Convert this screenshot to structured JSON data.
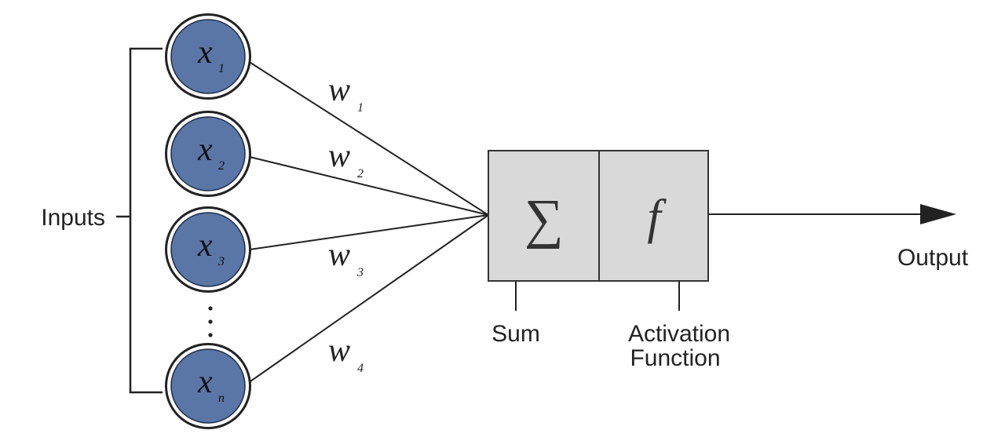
{
  "diagram": {
    "inputs_label": "Inputs",
    "nodes": [
      {
        "var": "x",
        "sub": "1"
      },
      {
        "var": "x",
        "sub": "2"
      },
      {
        "var": "x",
        "sub": "3"
      },
      {
        "var": "x",
        "sub": "n"
      }
    ],
    "weights": [
      {
        "var": "w",
        "sub": "1"
      },
      {
        "var": "w",
        "sub": "2"
      },
      {
        "var": "w",
        "sub": "3"
      },
      {
        "var": "w",
        "sub": "4"
      }
    ],
    "sum_symbol": "∑",
    "activation_symbol": "f",
    "sum_label": "Sum",
    "activation_label_line1": "Activation",
    "activation_label_line2": "Function",
    "output_label": "Output",
    "colors": {
      "node_fill": "#5a76a6",
      "node_ring": "#ffffff",
      "node_outline": "#222222",
      "box_fill": "#d9d9d9",
      "line": "#222222",
      "text": "#222222"
    }
  }
}
